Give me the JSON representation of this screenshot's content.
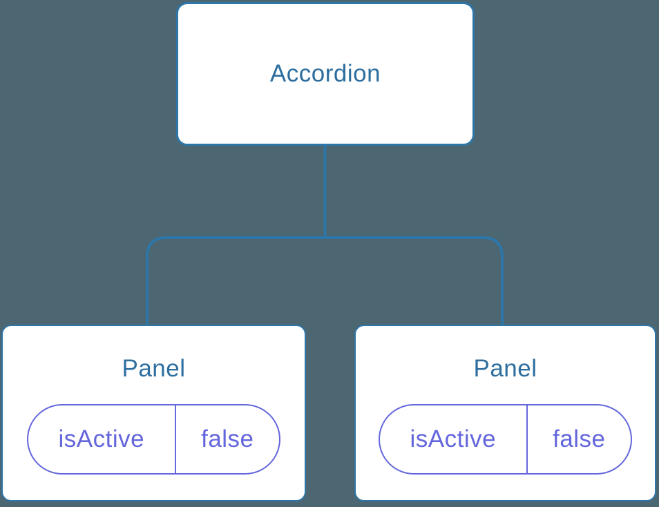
{
  "diagram": {
    "background_color": "#4C6672",
    "node_fill_color": "#FFFFFF",
    "line_color": "#2E76A8",
    "title_color": "#2D6E9F",
    "state_color": "#6466DC",
    "root": {
      "label": "Accordion"
    },
    "children": [
      {
        "label": "Panel",
        "state": {
          "key": "isActive",
          "value": "false"
        }
      },
      {
        "label": "Panel",
        "state": {
          "key": "isActive",
          "value": "false"
        }
      }
    ]
  }
}
